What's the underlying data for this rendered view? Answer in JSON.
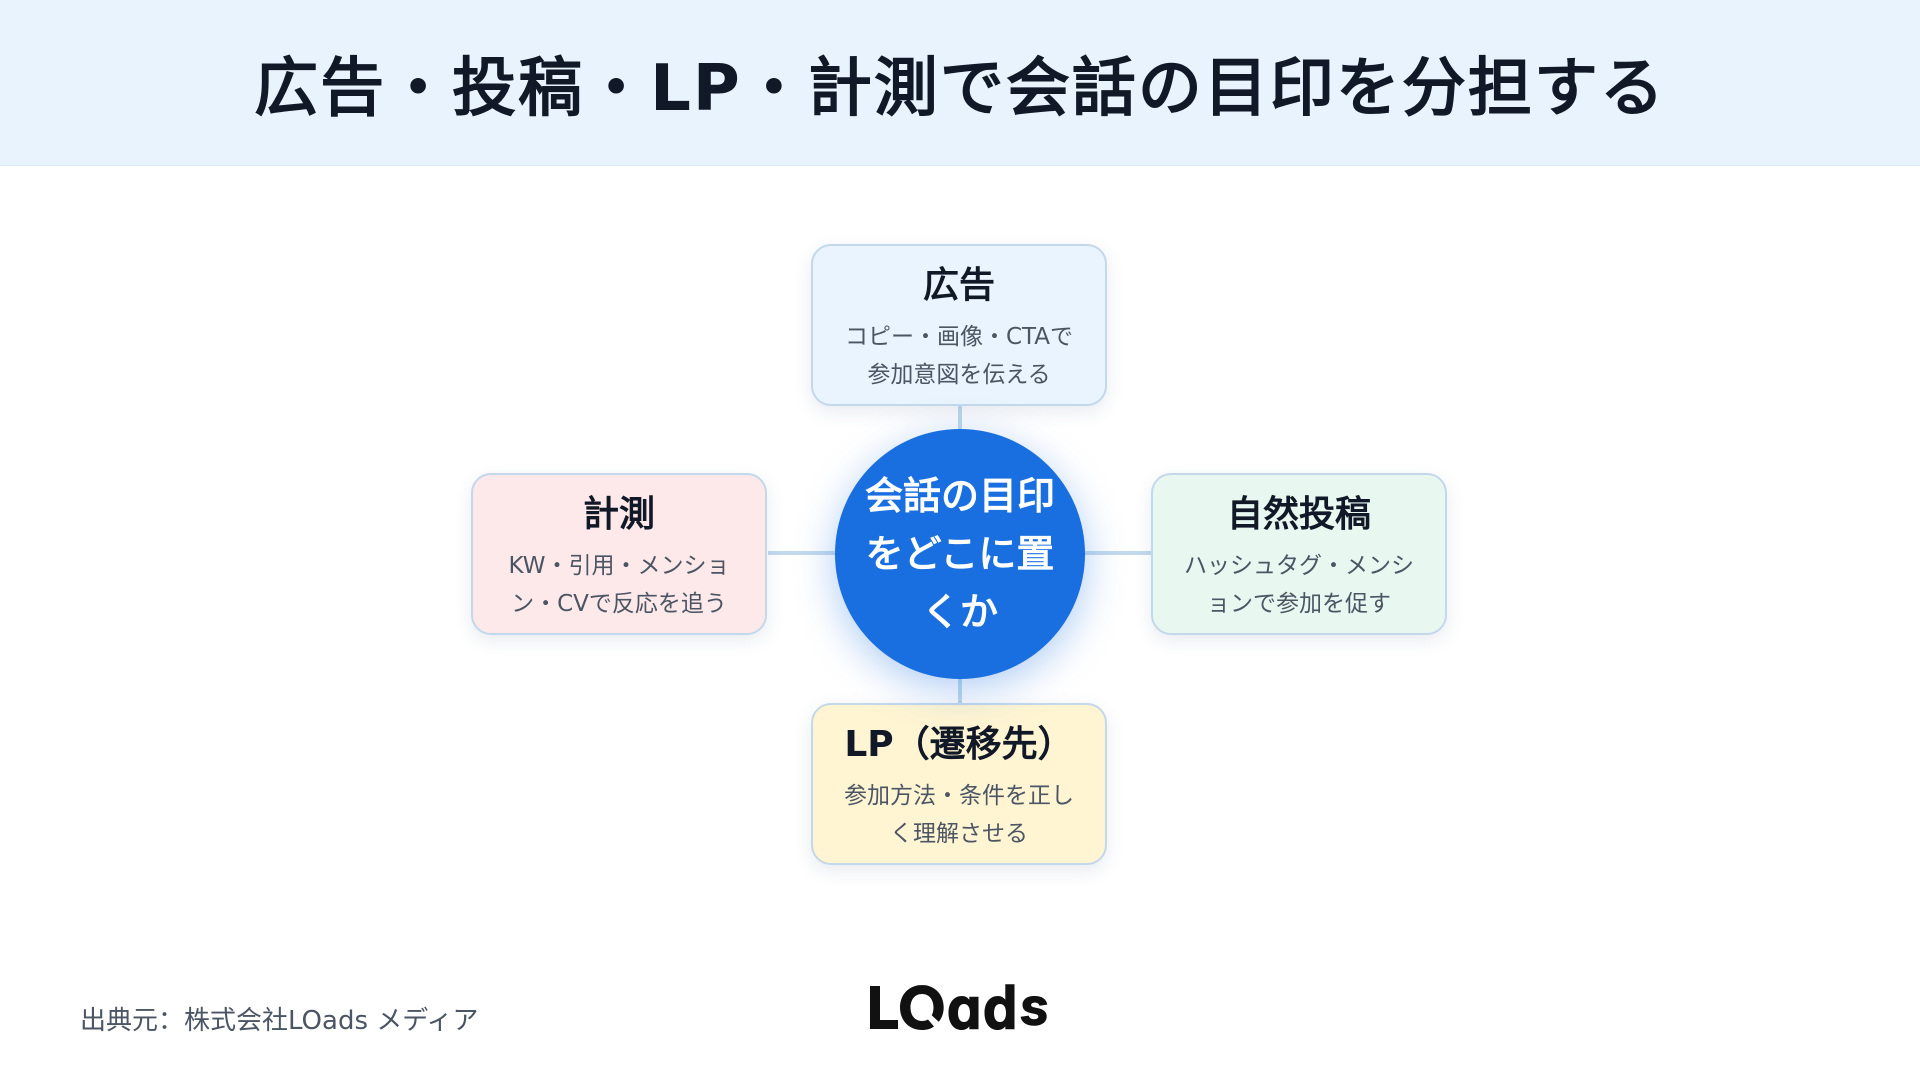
{
  "header": {
    "title": "広告・投稿・LP・計測で会話の目印を分担する"
  },
  "diagram": {
    "center": {
      "text": "会話の目印\nをどこに置\nくか",
      "color": "#1a6fe0"
    },
    "nodes": {
      "top": {
        "title": "広告",
        "desc": "コピー・画像・CTAで\n参加意図を伝える",
        "color": "#e9f4fe"
      },
      "left": {
        "title": "計測",
        "desc": "KW・引用・メンショ\nン・CVで反応を追う",
        "color": "#fde9e9"
      },
      "right": {
        "title": "自然投稿",
        "desc": "ハッシュタグ・メンシ\nョンで参加を促す",
        "color": "#e8f7ef"
      },
      "bottom": {
        "title": "LP（遷移先）",
        "desc": "参加方法・条件を正し\nく理解させる",
        "color": "#fff5d3"
      }
    }
  },
  "footer": {
    "source": "出典元：株式会社LOads メディア",
    "logo_text": "LOads"
  }
}
